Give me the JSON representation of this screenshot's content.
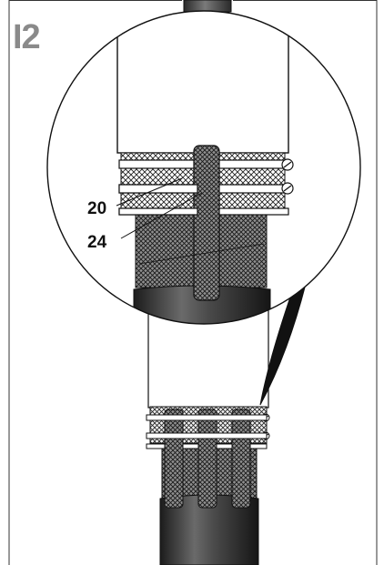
{
  "figure": {
    "step_label": "I2",
    "callouts": [
      {
        "id": "20",
        "text": "20"
      },
      {
        "id": "24",
        "text": "24"
      }
    ]
  }
}
